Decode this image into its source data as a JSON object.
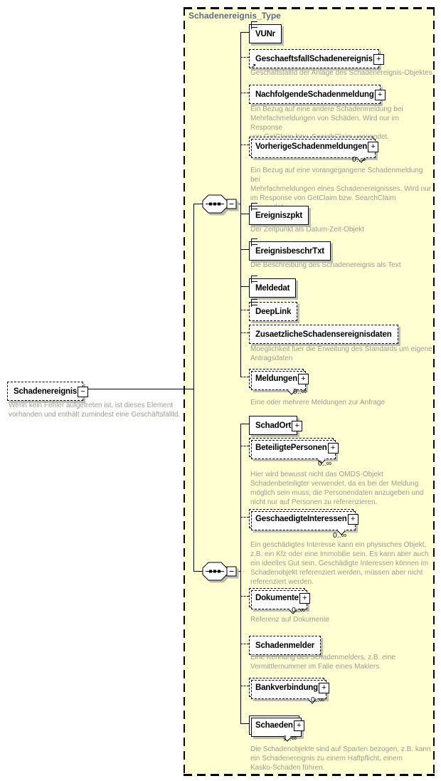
{
  "colors": {
    "container_fill": "#FFFFD2",
    "container_title": "#5B6C7E",
    "box_fill": "#FFFFFF",
    "box_border": "#000000",
    "annotation_text": "#9C9C90",
    "shadow": "#BDBDB1"
  },
  "glyphs": {
    "plus": "+",
    "minus": "−"
  },
  "schema": {
    "container_label": "Schadenereignis_Type",
    "compositor": "sequence",
    "root": {
      "name": "Schadenereignis",
      "description": "Wenn kein Fehler aufgetreten ist, ist dieses Element\nvorhanden und enthält zumindest eine GeschäftsfallId."
    },
    "elements": [
      {
        "name": "VUNr",
        "optional": false
      },
      {
        "name": "GeschaeftsfallSchadenereignis",
        "optional": true,
        "reference": true,
        "description": "GeschäftsfallId der Anlage des Schadenereignis-Objektes"
      },
      {
        "name": "NachfolgendeSchadenmeldung",
        "optional": true,
        "description": "Ein Bezug auf eine andere Schadenmeldung bei\nMehrfachmeldungen von Schäden. Wird nur im Response\nvon GetClaim bzw. SearchClaim verwendet."
      },
      {
        "name": "VorherigeSchadenmeldungen",
        "optional": true,
        "cardinality": "0..∞",
        "description": "Ein Bezug auf eine vorangegangene Schadenmeldung bei\nMehrfachmeldungen eines Schadenereignisses. Wird nur\nim Response von GetClaim bzw. SearchClaim\nverwendet."
      },
      {
        "name": "Ereigniszpkt",
        "optional": false,
        "description": "Der Zeitpunkt als Datum-Zeit-Objekt"
      },
      {
        "name": "EreignisbeschrTxt",
        "optional": false,
        "description": "Die Beschreibung des Schadenereignis als Text"
      },
      {
        "name": "Meldedat",
        "optional": false
      },
      {
        "name": "DeepLink",
        "optional": true
      },
      {
        "name": "ZusaetzlicheSchadensereignisdaten",
        "optional": true,
        "description": "Moeglichkeit fuer die Erweitung des Standards um eigene\nAntragsdaten"
      },
      {
        "name": "Meldungen",
        "optional": true,
        "cardinality": "0..∞",
        "description": "Eine oder mehrere Meldungen zur Anfrage"
      },
      {
        "name": "SchadOrt",
        "optional": false
      },
      {
        "name": "BeteiligtePersonen",
        "optional": true,
        "cardinality": "0..∞",
        "description": "Hier wird bewusst nicht das OMDS-Objekt\nSchadenbeteiligter verwendet, da es bei der Meldung\nmöglich sein muss, die Personendaten anzugeben und\nnicht nur auf Personen zu referenzieren."
      },
      {
        "name": "GeschaedigteInteressen",
        "optional": true,
        "cardinality": "0..∞",
        "description": "Ein geschädigtes Interesse kann ein physisches Objekt,\nz.B. ein Kfz oder eine Immobilie sein. Es kann aber auch\nein ideelles Gut sein. Geschädigte Interessen können im\nSchadenobjekt referenziert werden, müssen aber nicht\nreferenziert werden."
      },
      {
        "name": "Dokumente",
        "optional": true,
        "cardinality": "0..∞",
        "description": "Referenz auf Dokumente"
      },
      {
        "name": "Schadenmelder",
        "optional": true,
        "description": "Eine Kennung des Schadenmelders, z.B. eine\nVermittlernummer im Falle eines Maklers"
      },
      {
        "name": "Bankverbindung",
        "optional": true,
        "cardinality": "0..∞"
      },
      {
        "name": "Schaeden",
        "optional": false,
        "cardinality": "1..∞",
        "description": "Die Schadenobjekte sind auf Sparten bezogen, z.B. kann\nein Schadenereignis zu einem Haftpflicht, einem\nKasko-Schaden führen."
      }
    ]
  }
}
